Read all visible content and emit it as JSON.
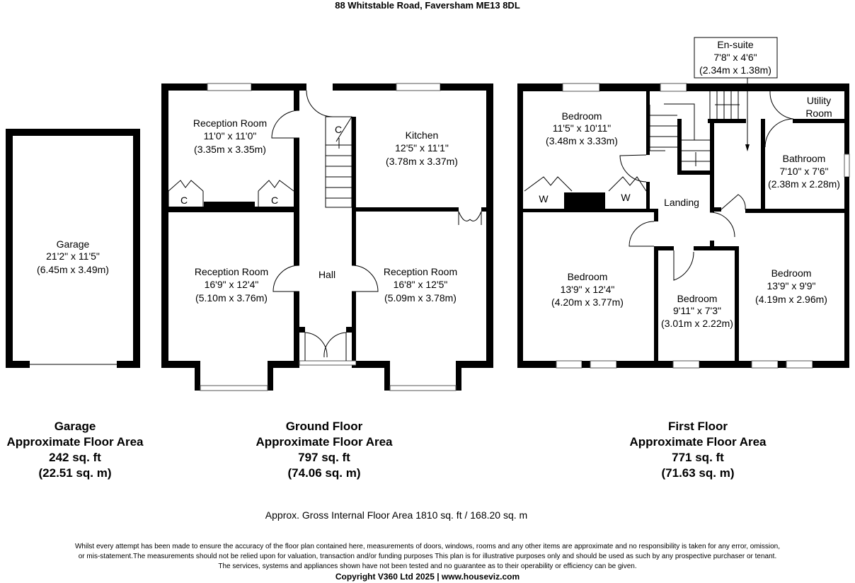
{
  "address": "88 Whitstable Road, Faversham ME13 8DL",
  "garage": {
    "room": {
      "name": "Garage",
      "imperial": "21'2\" x 11'5\"",
      "metric": "(6.45m x 3.49m)"
    },
    "area": {
      "name": "Garage",
      "label": "Approximate Floor Area",
      "sqft": "242 sq. ft",
      "sqm": "(22.51 sq. m)"
    }
  },
  "ground": {
    "rooms": [
      {
        "name": "Reception Room",
        "imperial": "11'0\" x 11'0\"",
        "metric": "(3.35m x 3.35m)"
      },
      {
        "name": "Kitchen",
        "imperial": "12'5\" x 11'1\"",
        "metric": "(3.78m x 3.37m)"
      },
      {
        "name": "Reception Room",
        "imperial": "16'9\" x 12'4\"",
        "metric": "(5.10m x 3.76m)"
      },
      {
        "name": "Reception Room",
        "imperial": "16'8\" x 12'5\"",
        "metric": "(5.09m x 3.78m)"
      }
    ],
    "hall": "Hall",
    "cupboard": "C",
    "area": {
      "name": "Ground Floor",
      "label": "Approximate Floor Area",
      "sqft": "797 sq. ft",
      "sqm": "(74.06 sq. m)"
    }
  },
  "first": {
    "rooms": [
      {
        "name": "Bedroom",
        "imperial": "11'5\" x 10'11\"",
        "metric": "(3.48m x 3.33m)"
      },
      {
        "name": "Bathroom",
        "imperial": "7'10\" x 7'6\"",
        "metric": "(2.38m x 2.28m)"
      },
      {
        "name": "Bedroom",
        "imperial": "13'9\" x 12'4\"",
        "metric": "(4.20m x 3.77m)"
      },
      {
        "name": "Bedroom",
        "imperial": "9'11\" x 7'3\"",
        "metric": "(3.01m x 2.22m)"
      },
      {
        "name": "Bedroom",
        "imperial": "13'9\" x 9'9\"",
        "metric": "(4.19m x 2.96m)"
      }
    ],
    "ensuite": {
      "name": "En-suite",
      "imperial": "7'8\" x 4'6\"",
      "metric": "(2.34m x 1.38m)"
    },
    "utility": {
      "line1": "Utility",
      "line2": "Room"
    },
    "landing": "Landing",
    "wardrobe": "W",
    "area": {
      "name": "First Floor",
      "label": "Approximate Floor Area",
      "sqft": "771 sq. ft",
      "sqm": "(71.63 sq. m)"
    }
  },
  "gross": "Approx. Gross Internal Floor Area 1810 sq. ft / 168.20 sq. m",
  "disclaimer": [
    "Whilst every attempt has been made to ensure the accuracy of the floor plan contained here, measurements of doors, windows, rooms and any other items are approximate and no responsibility is taken for any error, omission,",
    "or mis-statement.The measurements should not be relied upon for valuation, transaction and/or funding purposes This plan is for illustrative purposes only and should be used as such by any prospective purchaser or tenant.",
    "The services, systems and appliances shown have not been tested and no guarantee as to their operability or efficiency can be given."
  ],
  "copyright": "Copyright V360 Ltd 2025 | www.houseviz.com"
}
